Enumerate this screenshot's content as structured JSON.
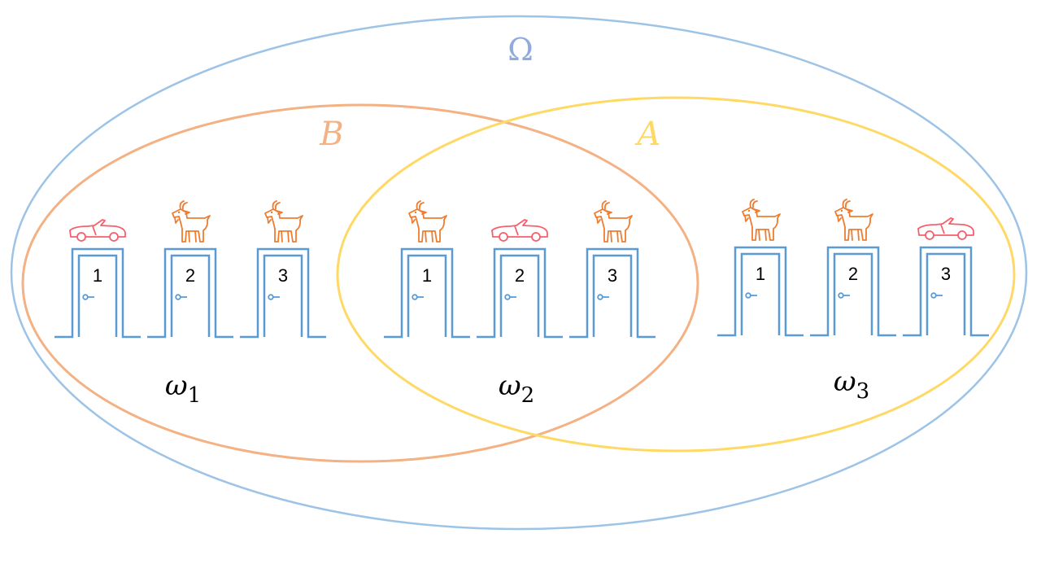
{
  "colors": {
    "omega": "#9dc3e6",
    "setB": "#f4b183",
    "setA": "#ffd966",
    "door": "#5b9bd5",
    "car": "#f4606c",
    "goat": "#ed7d31",
    "omega_text": "#8faadc",
    "b_text": "#f4b183",
    "a_text": "#ffd966"
  },
  "sets": {
    "omega": "Ω",
    "b": "B",
    "a": "A"
  },
  "outcomes": [
    {
      "symbol": "ω",
      "sub": "1",
      "doors": [
        {
          "number": "1",
          "prize": "car"
        },
        {
          "number": "2",
          "prize": "goat"
        },
        {
          "number": "3",
          "prize": "goat"
        }
      ]
    },
    {
      "symbol": "ω",
      "sub": "2",
      "doors": [
        {
          "number": "1",
          "prize": "goat"
        },
        {
          "number": "2",
          "prize": "car"
        },
        {
          "number": "3",
          "prize": "goat"
        }
      ]
    },
    {
      "symbol": "ω",
      "sub": "3",
      "doors": [
        {
          "number": "1",
          "prize": "goat"
        },
        {
          "number": "2",
          "prize": "goat"
        },
        {
          "number": "3",
          "prize": "car"
        }
      ]
    }
  ]
}
